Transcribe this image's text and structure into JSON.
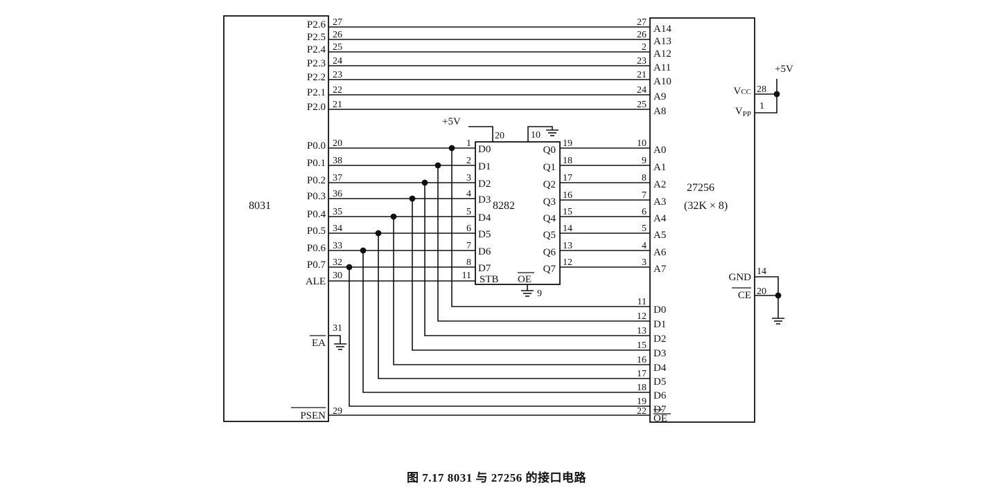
{
  "caption": "图 7.17    8031 与 27256 的接口电路",
  "mcu": {
    "name": "8031",
    "p2_pins": [
      {
        "label": "P2.6",
        "pin": "27"
      },
      {
        "label": "P2.5",
        "pin": "26"
      },
      {
        "label": "P2.4",
        "pin": "25"
      },
      {
        "label": "P2.3",
        "pin": "24"
      },
      {
        "label": "P2.2",
        "pin": "23"
      },
      {
        "label": "P2.1",
        "pin": "22"
      },
      {
        "label": "P2.0",
        "pin": "21"
      }
    ],
    "p0_pins": [
      {
        "label": "P0.0",
        "pin": "20"
      },
      {
        "label": "P0.1",
        "pin": "38"
      },
      {
        "label": "P0.2",
        "pin": "37"
      },
      {
        "label": "P0.3",
        "pin": "36"
      },
      {
        "label": "P0.4",
        "pin": "35"
      },
      {
        "label": "P0.5",
        "pin": "34"
      },
      {
        "label": "P0.6",
        "pin": "33"
      },
      {
        "label": "P0.7",
        "pin": "32"
      }
    ],
    "ale": {
      "label": "ALE",
      "pin": "30"
    },
    "ea": {
      "label": "EA",
      "pin": "31"
    },
    "psen": {
      "label": "PSEN",
      "pin": "29"
    }
  },
  "latch": {
    "name": "8282",
    "vcc_label": "+5V",
    "vcc_pin": "20",
    "gnd_pin": "10",
    "oe_label": "OE",
    "oe_pin": "9",
    "stb_label": "STB",
    "stb_pin": "11",
    "inputs": [
      {
        "label": "D0",
        "pin": "1"
      },
      {
        "label": "D1",
        "pin": "2"
      },
      {
        "label": "D2",
        "pin": "3"
      },
      {
        "label": "D3",
        "pin": "4"
      },
      {
        "label": "D4",
        "pin": "5"
      },
      {
        "label": "D5",
        "pin": "6"
      },
      {
        "label": "D6",
        "pin": "7"
      },
      {
        "label": "D7",
        "pin": "8"
      }
    ],
    "outputs": [
      {
        "label": "Q0",
        "pin": "19"
      },
      {
        "label": "Q1",
        "pin": "18"
      },
      {
        "label": "Q2",
        "pin": "17"
      },
      {
        "label": "Q3",
        "pin": "16"
      },
      {
        "label": "Q4",
        "pin": "15"
      },
      {
        "label": "Q5",
        "pin": "14"
      },
      {
        "label": "Q6",
        "pin": "13"
      },
      {
        "label": "Q7",
        "pin": "12"
      }
    ]
  },
  "eprom": {
    "name": "27256",
    "size": "(32K × 8)",
    "high_addr": [
      {
        "label": "A14",
        "pin": "27"
      },
      {
        "label": "A13",
        "pin": "26"
      },
      {
        "label": "A12",
        "pin": "2"
      },
      {
        "label": "A11",
        "pin": "23"
      },
      {
        "label": "A10",
        "pin": "21"
      },
      {
        "label": "A9",
        "pin": "24"
      },
      {
        "label": "A8",
        "pin": "25"
      }
    ],
    "low_addr": [
      {
        "label": "A0",
        "pin": "10"
      },
      {
        "label": "A1",
        "pin": "9"
      },
      {
        "label": "A2",
        "pin": "8"
      },
      {
        "label": "A3",
        "pin": "7"
      },
      {
        "label": "A4",
        "pin": "6"
      },
      {
        "label": "A5",
        "pin": "5"
      },
      {
        "label": "A6",
        "pin": "4"
      },
      {
        "label": "A7",
        "pin": "3"
      }
    ],
    "data": [
      {
        "label": "D0",
        "pin": "11"
      },
      {
        "label": "D1",
        "pin": "12"
      },
      {
        "label": "D2",
        "pin": "13"
      },
      {
        "label": "D3",
        "pin": "15"
      },
      {
        "label": "D4",
        "pin": "16"
      },
      {
        "label": "D5",
        "pin": "17"
      },
      {
        "label": "D6",
        "pin": "18"
      },
      {
        "label": "D7",
        "pin": "19"
      }
    ],
    "oe": {
      "label": "OE",
      "pin": "22"
    },
    "vcc": {
      "label": "V",
      "sub": "CC",
      "pin": "28"
    },
    "vpp": {
      "label": "V",
      "sub": "PP",
      "pin": "1"
    },
    "gnd": {
      "label": "GND",
      "pin": "14"
    },
    "ce": {
      "label": "CE",
      "pin": "20"
    },
    "supply_label": "+5V"
  }
}
